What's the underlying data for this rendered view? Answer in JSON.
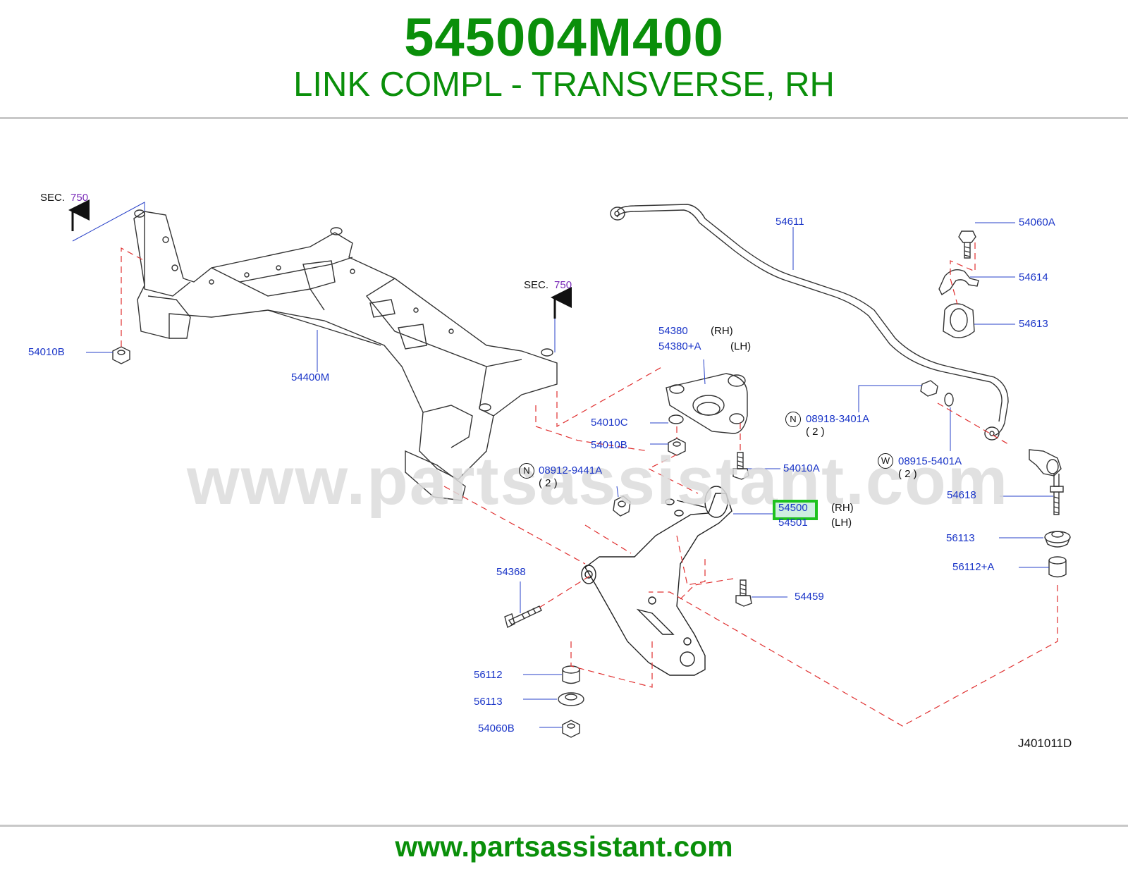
{
  "header": {
    "part_number": "545004M400",
    "description": "LINK COMPL - TRANSVERSE, RH"
  },
  "watermark": "www.partsassistant.com",
  "footer": {
    "url": "www.partsassistant.com"
  },
  "diagram_code": "J401011D",
  "sec_refs": [
    {
      "label": "SEC.",
      "ref": "750"
    },
    {
      "label": "SEC.",
      "ref": "750"
    }
  ],
  "callouts": {
    "c54010B_left": "54010B",
    "c54400M": "54400M",
    "c54611": "54611",
    "c54060A": "54060A",
    "c54614": "54614",
    "c54613": "54613",
    "c54380": "54380",
    "c54380_side": "(RH)",
    "c54380A": "54380+A",
    "c54380A_side": "(LH)",
    "c54010C": "54010C",
    "c54010B": "54010B",
    "c54010A": "54010A",
    "c08918": "08918-3401A",
    "c08918_badge": "N",
    "c08918_qty": "( 2 )",
    "c08915": "08915-5401A",
    "c08915_badge": "W",
    "c08915_qty": "( 2 )",
    "c08912": "08912-9441A",
    "c08912_badge": "N",
    "c08912_qty": "( 2 )",
    "c54618": "54618",
    "c54500": "54500",
    "c54500_side": "(RH)",
    "c54501": "54501",
    "c54501_side": "(LH)",
    "c56113_right": "56113",
    "c56112A": "56112+A",
    "c54368": "54368",
    "c54459": "54459",
    "c56112": "56112",
    "c56113": "56113",
    "c54060B": "54060B"
  },
  "colors": {
    "brand_green": "#0a8f0a",
    "callout_blue": "#1a35c8",
    "highlight_green": "#1ec21e",
    "leader_red": "#e03030"
  }
}
